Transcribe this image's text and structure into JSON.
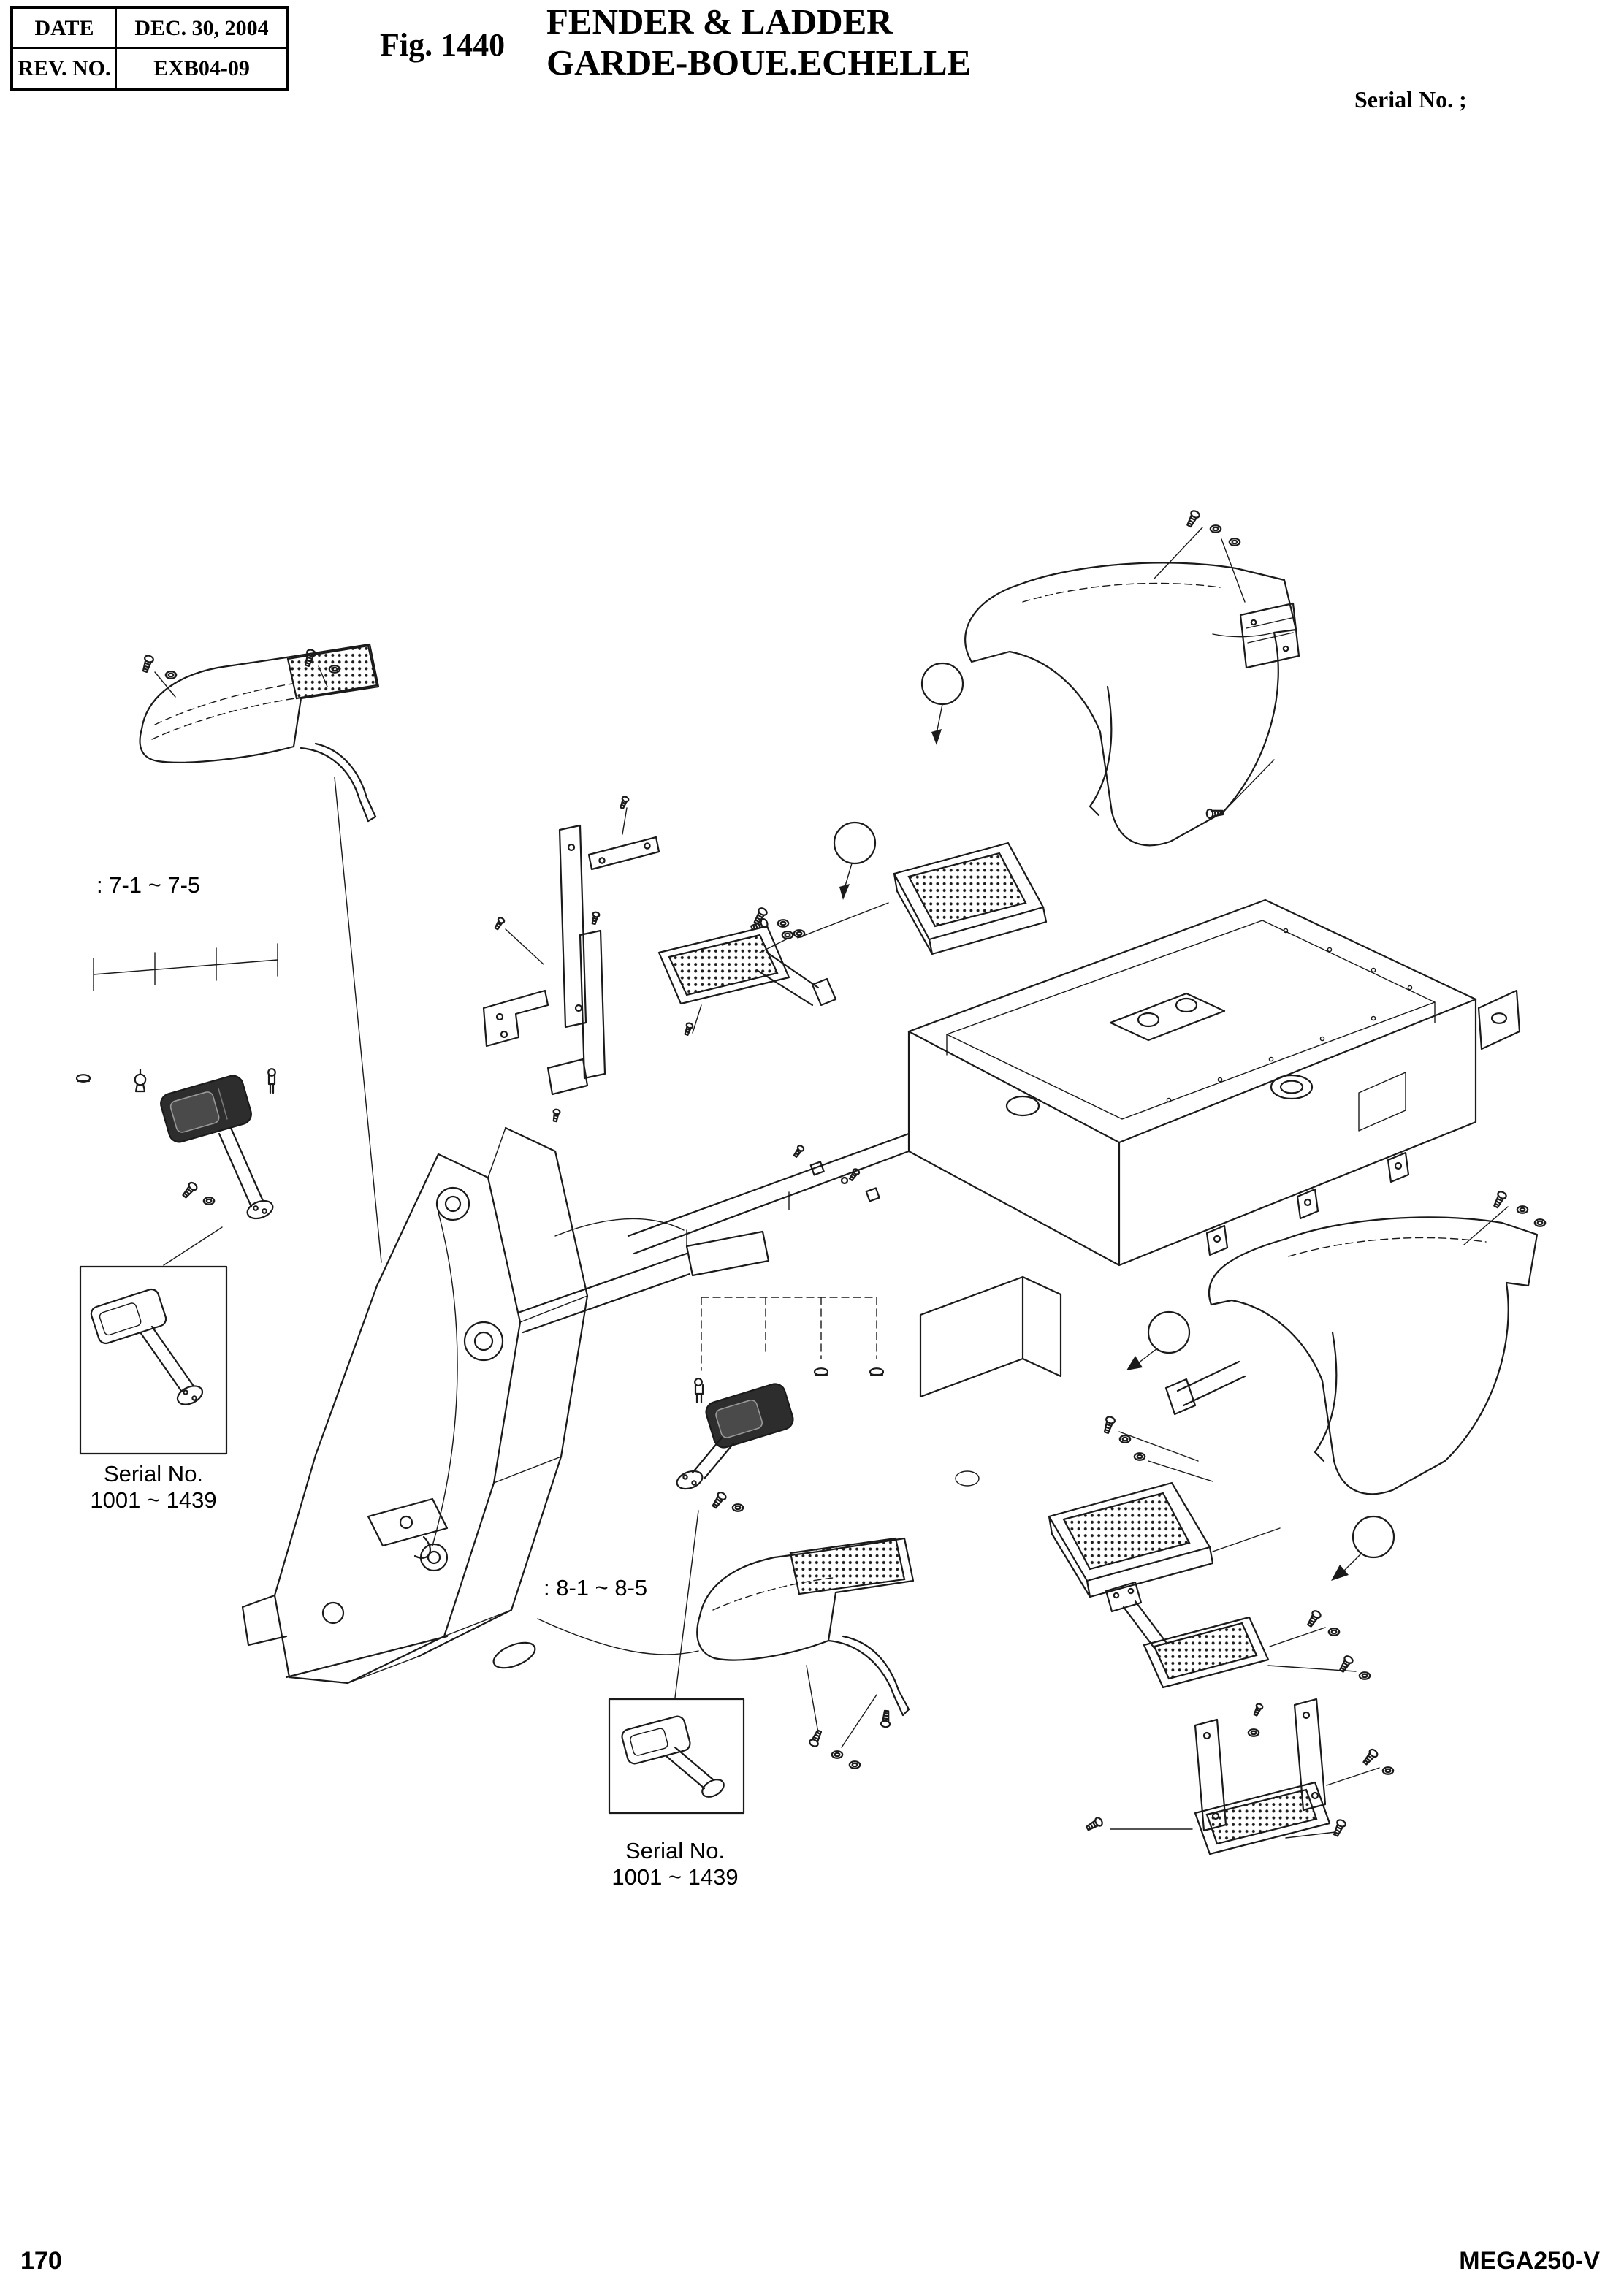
{
  "header": {
    "date_label": "DATE",
    "date_value": "DEC. 30, 2004",
    "rev_label": "REV. NO.",
    "rev_value": "EXB04-09",
    "figure_label": "Fig. 1440",
    "title_en": "FENDER & LADDER",
    "title_fr": "GARDE-BOUE.ECHELLE",
    "serial_note": "Serial No. ;"
  },
  "diagram": {
    "range_label_7": ": 7-1 ~ 7-5",
    "range_label_8": ": 8-1 ~ 8-5",
    "serial_box_left": {
      "line1": "Serial No.",
      "line2": "1001 ~ 1439"
    },
    "serial_box_bottom": {
      "line1": "Serial No.",
      "line2": "1001 ~ 1439"
    }
  },
  "footer": {
    "page_number": "170",
    "model_code": "MEGA250-V"
  },
  "colors": {
    "line": "#1a1a1a",
    "background": "#ffffff"
  }
}
